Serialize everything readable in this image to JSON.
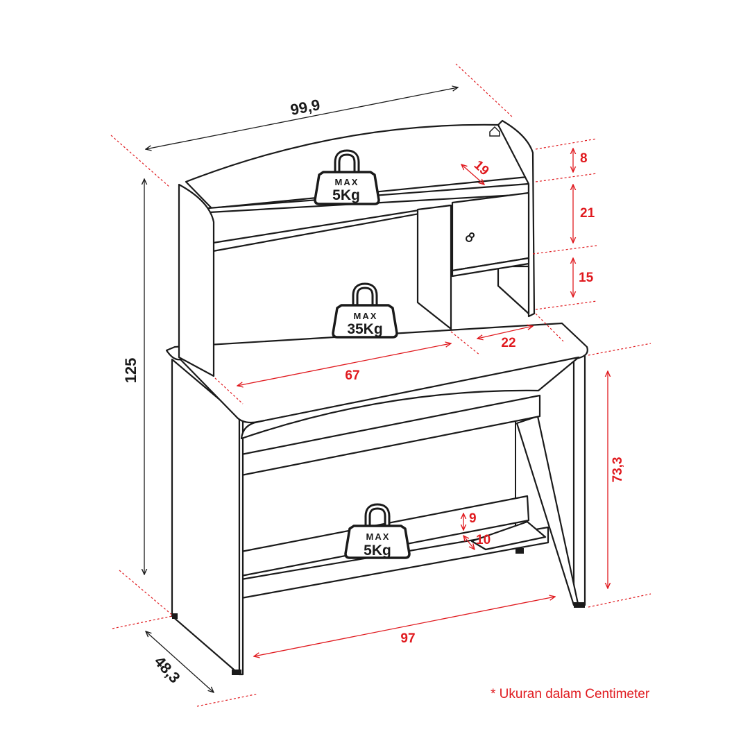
{
  "dimensions": {
    "overall_width": "99,9",
    "overall_height": "125",
    "depth": "48,3",
    "desk_width": "97",
    "desk_height": "73,3",
    "hutch_top_height": "8",
    "hutch_top_depth": "19",
    "cabinet_height": "21",
    "lower_gap_height": "15",
    "cabinet_width": "22",
    "shelf_width": "67",
    "footrest_height": "9",
    "footrest_depth": "10"
  },
  "weights": {
    "max_label": "MAX",
    "top_shelf": "5Kg",
    "desk_top": "35Kg",
    "footrest": "5Kg"
  },
  "note": "* Ukuran dalam Centimeter",
  "colors": {
    "outline": "#1a1a1a",
    "dimension_red": "#e0191e",
    "background": "#ffffff"
  }
}
